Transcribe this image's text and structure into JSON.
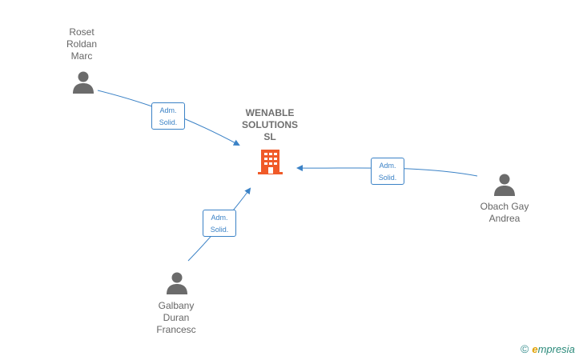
{
  "company": {
    "name_lines": [
      "WENABLE",
      "SOLUTIONS",
      "SL"
    ],
    "color": "#f05a28"
  },
  "persons": [
    {
      "id": "roset",
      "name_lines": [
        "Roset",
        "Roldan",
        "Marc"
      ]
    },
    {
      "id": "obach",
      "name_lines": [
        "Obach Gay",
        "Andrea"
      ]
    },
    {
      "id": "galbany",
      "name_lines": [
        "Galbany",
        "Duran",
        "Francesc"
      ]
    }
  ],
  "edges": [
    {
      "from": "roset",
      "label_lines": [
        "Adm.",
        "Solid."
      ]
    },
    {
      "from": "obach",
      "label_lines": [
        "Adm.",
        "Solid."
      ]
    },
    {
      "from": "galbany",
      "label_lines": [
        "Adm.",
        "Solid."
      ]
    }
  ],
  "colors": {
    "edge": "#3b82c6",
    "person": "#6b6b6b",
    "text": "#666666"
  },
  "footer": {
    "copyright": "©",
    "brand_first": "e",
    "brand_rest": "mpresia"
  }
}
